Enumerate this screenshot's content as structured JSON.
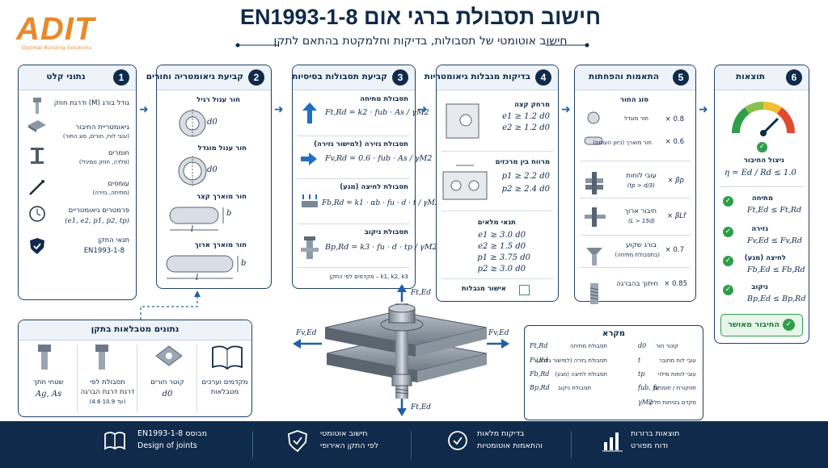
{
  "header": {
    "logo": "ADIT",
    "logo_sub": "Optimal Building Solutions",
    "title": "חישוב תסבולת ברגי אום EN1993-1-8",
    "subtitle": "חישוב אוטומטי של תסבולות, בדיקות וחלמקטת בהתאם לתקן"
  },
  "panel1": {
    "num": "1",
    "title": "נתוני קלט",
    "items": [
      {
        "icon": "bolt-icon",
        "line1": "גודל בורג (M) ודרגת חוזק",
        "line2": ""
      },
      {
        "icon": "plate-icon",
        "line1": "גיאומטריית החיבור",
        "line2": "(עובי לוח, חורים, סוג החור)"
      },
      {
        "icon": "ibeam-icon",
        "line1": "חומרים",
        "line2": "(פלדה, חוזק נומינלי)"
      },
      {
        "icon": "pin-icon",
        "line1": "עומסים",
        "line2": "(מתיחה, גזירה)"
      },
      {
        "icon": "clock-icon",
        "line1": "פרמטרים גיאומטריים",
        "line2": "(e1, e2, p1, p2, tp)"
      },
      {
        "icon": "shield-icon",
        "line1": "תנאי התקן",
        "line2": "EN1993-1-8"
      }
    ]
  },
  "panel2": {
    "num": "2",
    "title": "קביעת גיאומטריה וחורים",
    "items": [
      {
        "label": "חור עגול רגיל",
        "dim": "d0"
      },
      {
        "label": "חור עגול מוגדל",
        "dim": "d0"
      },
      {
        "label": "חור מוארך קצר",
        "dim": "b",
        "dim2": "l"
      },
      {
        "label": "חור מוארך ארוך",
        "dim": "b",
        "dim2": "l"
      }
    ]
  },
  "panel3": {
    "num": "3",
    "title": "קביעת תסבולות בסיסיות",
    "items": [
      {
        "label": "תסבולת מתיחה",
        "formula": "Ft,Rd = k2 · fub · As / γM2"
      },
      {
        "label": "תסבולת גזירה (למישור גזירה)",
        "formula": "Fv,Rd = 0.6 · fub · As / γM2"
      },
      {
        "label": "תסבולת לחיצה (מגע)",
        "formula": "Fb,Rd = k1 · αb · fu · d · t / γM2"
      },
      {
        "label": "תסבולת ניקוב",
        "formula": "Bp,Rd = k3 · fu · d · tp / γM2"
      }
    ],
    "note": "k1, k2, k3 – מקדמים לפי התקן"
  },
  "panel4": {
    "num": "4",
    "title": "בדיקות מגבלות גיאומטריות",
    "edge_title": "מרחק קצה",
    "edge_rules": [
      "e1 ≥ 1.2 d0",
      "e2 ≥ 1.2 d0"
    ],
    "center_title": "מרווח בין מרכזים",
    "center_rules": [
      "p1 ≥ 2.2 d0",
      "p2 ≥ 2.4 d0"
    ],
    "full_title": "תנאי מלאים",
    "full_rules": [
      "e1 ≥ 3.0 d0",
      "e2 ≥ 1.5 d0",
      "p1 ≥ 3.75 d0",
      "p2 ≥ 3.0 d0"
    ],
    "approval": "אישור מגבלות"
  },
  "panel5": {
    "num": "5",
    "title": "התאמות והפחתות",
    "hole_type": "סוג החור",
    "hole_rows": [
      {
        "label": "חור מוגדל",
        "factor": "× 0.8"
      },
      {
        "label": "חור מוארך (כיוון העומס)",
        "factor": "× 0.6"
      }
    ],
    "rows": [
      {
        "label": "עובי לוחות",
        "sub": "(tp > d/3)",
        "factor": "× βp"
      },
      {
        "label": "חיבור ארוך",
        "sub": "(L > 15d)",
        "factor": "× βLf"
      },
      {
        "label": "בורג שקוע",
        "sub": "(בתסבולת מתיחה)",
        "factor": "× 0.7"
      },
      {
        "label": "חיתוך בהברגה",
        "sub": "",
        "factor": "× 0.85"
      }
    ]
  },
  "panel6": {
    "num": "6",
    "title": "תוצאות",
    "util_title": "ניצול החיבור",
    "util_formula": "η = Ed / Rd ≤ 1.0",
    "checks": [
      {
        "label": "מתיחה",
        "formula": "Ft,Ed ≤ Ft,Rd"
      },
      {
        "label": "גזירה",
        "formula": "Fv,Ed ≤ Fv,Rd"
      },
      {
        "label": "לחיצה (מגע)",
        "formula": "Fb,Ed ≤ Fb,Rd"
      },
      {
        "label": "ניקוב",
        "formula": "Bp,Ed ≤ Bp,Rd"
      }
    ],
    "approved": "החיבור מאושר"
  },
  "tables_panel": {
    "title": "נתונים מטבלאות בתקן",
    "items": [
      {
        "icon": "book-icon",
        "line1": "מקדמים וערכים",
        "line2": "מטבלאות"
      },
      {
        "icon": "washer-icon",
        "line1": "קוטר חורים",
        "line2": "d0"
      },
      {
        "icon": "bolt-icon",
        "line1": "תסבולת לפי",
        "line2": "דרגת דרגת הברגה",
        "line3": "(4.6 עד 10.9)"
      },
      {
        "icon": "bolt-icon",
        "line1": "שטחי חתך",
        "line2": "Ag, As"
      }
    ]
  },
  "forces": {
    "ft_top": "Ft,Ed",
    "ft_bottom": "Ft,Ed",
    "fv_left": "Fv,Ed",
    "fv_right": "Fv,Ed"
  },
  "legend": {
    "title": "מקרא",
    "right": [
      {
        "sym": "d0",
        "desc": "קוטר חור"
      },
      {
        "sym": "t",
        "desc": "עובי לוח מחובר"
      },
      {
        "sym": "tp",
        "desc": "עובי לוחות מילוי"
      },
      {
        "sym": "fub, fu",
        "desc": "חוזקורת / חומרים"
      },
      {
        "sym": "γM2",
        "desc": "מקדם בטיחות חלקי"
      }
    ],
    "left": [
      {
        "sym": "Ft,Rd",
        "desc": "תסבולת מתיחה"
      },
      {
        "sym": "Fv,Rd",
        "desc": "תסבולת גזירה (למישור גזירה)"
      },
      {
        "sym": "Fb,Rd",
        "desc": "תסבולת לחיצה (מגע)"
      },
      {
        "sym": "Bp,Rd",
        "desc": "תסבולת ניקוב"
      }
    ]
  },
  "footer": [
    {
      "icon": "bar-chart-icon",
      "line1": "תוצאות ברורות",
      "line2": "ודוח מפורט"
    },
    {
      "icon": "check-circle-icon",
      "line1": "בדיקות מלאות",
      "line2": "והתאמות אוטומטיות"
    },
    {
      "icon": "shield-check-icon",
      "line1": "חישוב אוטומטי",
      "line2": "לפי התקן האירופי"
    },
    {
      "icon": "book-icon",
      "line1": "מבוסס EN1993-1-8",
      "line2": "Design of joints"
    }
  ],
  "colors": {
    "navy": "#0f2a4a",
    "accent_orange": "#e8892a",
    "arrow_blue": "#1f5fa8",
    "ok_green": "#2e9e4a"
  }
}
